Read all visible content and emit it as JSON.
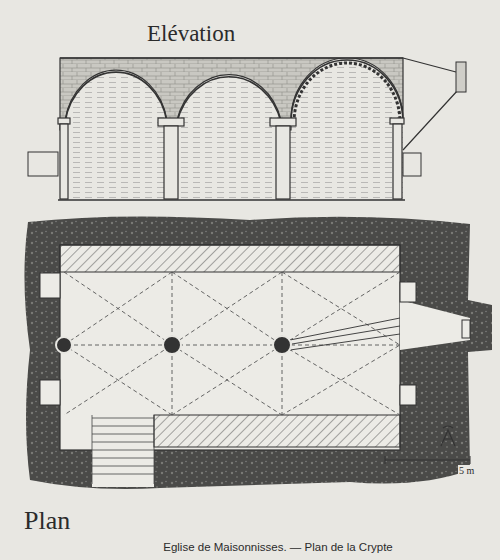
{
  "diagram": {
    "caption": "Eglise de Maisonnisses. — Plan de la Crypte",
    "labels": [
      "Elévation",
      "Plan",
      "5 m"
    ]
  }
}
